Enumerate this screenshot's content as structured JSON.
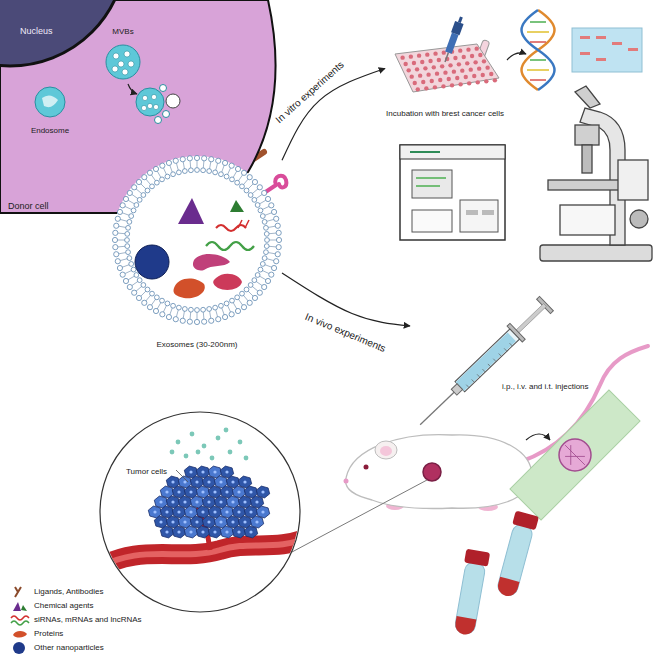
{
  "diagram": {
    "nodes": [
      {
        "text": [
          "Donor cell"
        ]
      },
      {
        "text": [
          "Nucleus"
        ],
        "in": 0
      },
      {
        "text": [
          "Endosome"
        ],
        "in": 0
      },
      {
        "text": [
          "MVBs"
        ],
        "in": 0
      },
      {
        "text": [
          "Exosomes (30-200nm)"
        ]
      },
      {
        "text": [
          "Incubation with brest cancer cells"
        ]
      },
      {
        "text": [
          "i.p., i.v. and i.t. injections"
        ]
      },
      {
        "text": [
          "Tumor cells"
        ]
      }
    ],
    "edges": [
      {
        "from": 2,
        "to": 3,
        "arrow": "to"
      },
      {
        "from": 4,
        "to": 5,
        "label": "In vitro experiments",
        "arrow": "to"
      },
      {
        "from": 4,
        "to": 6,
        "label": "In vivo experiments",
        "arrow": "to"
      }
    ],
    "legend": [
      {
        "text": "Ligands, Antibodies"
      },
      {
        "text": "Chemical agents"
      },
      {
        "text": "siRNAs, mRNAs and lncRNAs"
      },
      {
        "text": "Proteins"
      },
      {
        "text": "Other nanoparticles"
      }
    ]
  }
}
